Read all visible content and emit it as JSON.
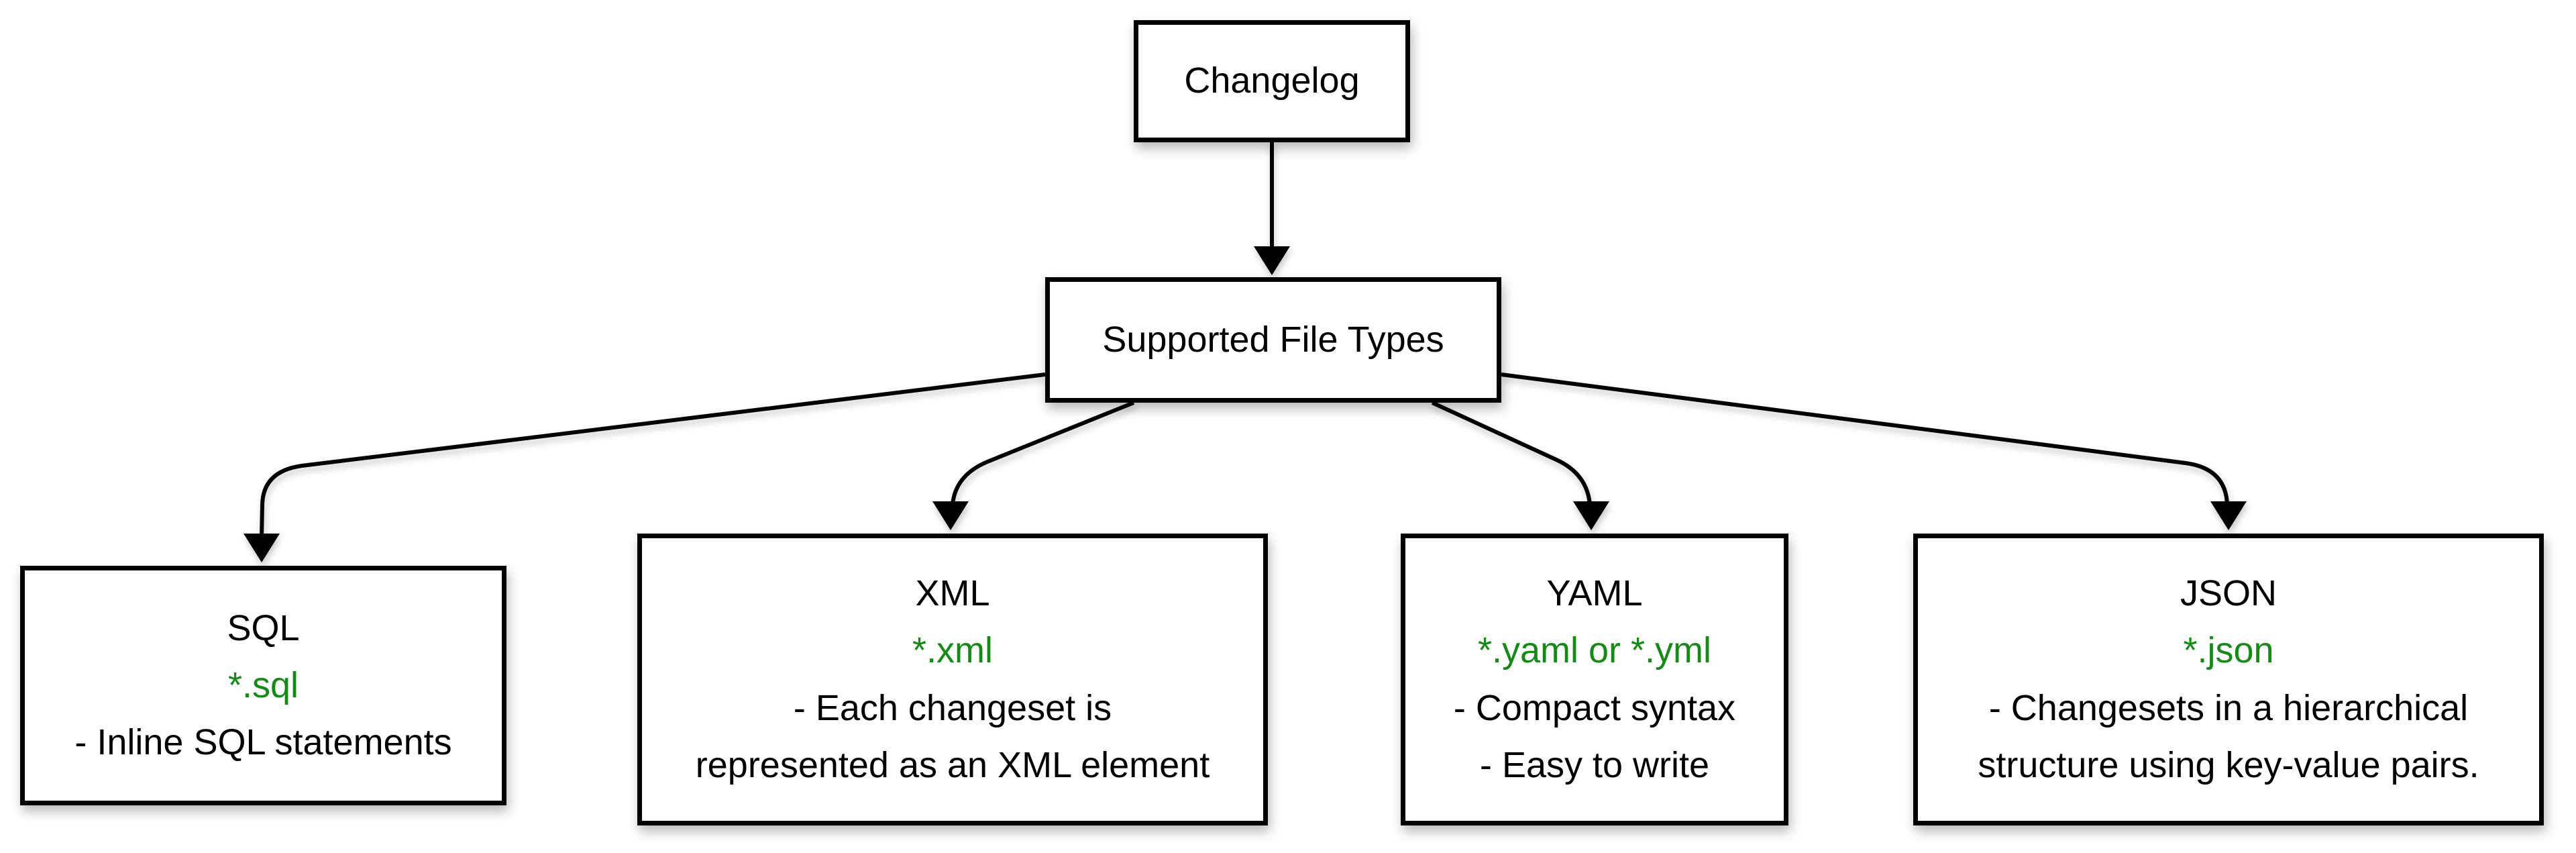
{
  "diagram": {
    "background_color": "#FFFFFF",
    "line_color": "#000000",
    "text_color": "#000000",
    "accent_green": "#168A16",
    "nodes": {
      "changelog": {
        "title": "Changelog"
      },
      "supported_file_types": {
        "title": "Supported File Types"
      },
      "sql": {
        "title": "SQL",
        "pattern": "*.sql",
        "desc": [
          "- Inline SQL statements"
        ]
      },
      "xml": {
        "title": "XML",
        "pattern": "*.xml",
        "desc": [
          "- Each changeset is",
          "represented as an XML element"
        ]
      },
      "yaml": {
        "title": "YAML",
        "pattern": "*.yaml or *.yml",
        "desc": [
          "- Compact syntax",
          "- Easy to write"
        ]
      },
      "json": {
        "title": "JSON",
        "pattern": "*.json",
        "desc": [
          "- Changesets in a hierarchical",
          "structure using key-value pairs."
        ]
      }
    },
    "edges": [
      {
        "from": "Changelog",
        "to": "Supported File Types"
      },
      {
        "from": "Supported File Types",
        "to": "SQL"
      },
      {
        "from": "Supported File Types",
        "to": "XML"
      },
      {
        "from": "Supported File Types",
        "to": "YAML"
      },
      {
        "from": "Supported File Types",
        "to": "JSON"
      }
    ]
  }
}
